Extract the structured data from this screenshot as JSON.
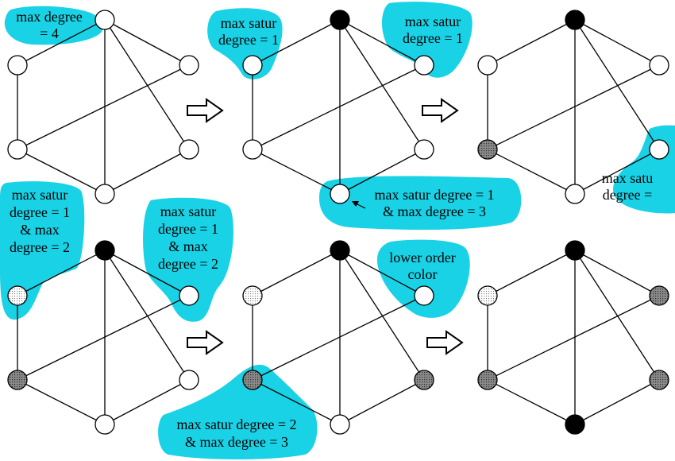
{
  "colors": {
    "highlight": "#19d2e6",
    "uncolored": "#ffffff",
    "color_black": "#000000",
    "color_dark_gray": "#707070",
    "color_light_gray": "#c6c6c6"
  },
  "panels": [
    {
      "nodes": [
        "uncolored",
        "uncolored",
        "uncolored",
        "uncolored",
        "uncolored",
        "uncolored"
      ],
      "annotations": [
        {
          "lines": [
            "max degree",
            "= 4"
          ]
        }
      ]
    },
    {
      "nodes": [
        "black",
        "uncolored",
        "uncolored",
        "uncolored",
        "uncolored",
        "uncolored"
      ],
      "annotations": [
        {
          "lines": [
            "max satur",
            "degree = 1"
          ]
        },
        {
          "lines": [
            "max satur",
            "degree = 1"
          ]
        },
        {
          "lines": [
            "max satur degree = 1",
            "& max degree = 3"
          ]
        }
      ]
    },
    {
      "nodes": [
        "black",
        "uncolored",
        "uncolored",
        "uncolored",
        "dark_gray",
        "uncolored"
      ],
      "annotations": [
        {
          "lines": [
            "max satu",
            "degree ="
          ]
        }
      ]
    },
    {
      "nodes": [
        "black",
        "uncolored",
        "uncolored",
        "uncolored",
        "dark_gray",
        "light_gray"
      ],
      "annotations": [
        {
          "lines": [
            "max satur",
            "degree = 1",
            "& max",
            "degree = 2"
          ]
        },
        {
          "lines": [
            "max satur",
            "degree = 1",
            "& max",
            "degree = 2"
          ]
        }
      ]
    },
    {
      "nodes": [
        "black",
        "uncolored",
        "dark_gray",
        "uncolored",
        "dark_gray",
        "light_gray"
      ],
      "annotations": [
        {
          "lines": [
            "lower order",
            "color"
          ]
        },
        {
          "lines": [
            "max satur degree = 2",
            "& max degree = 3"
          ]
        }
      ]
    },
    {
      "nodes": [
        "black",
        "dark_gray",
        "dark_gray",
        "black",
        "dark_gray",
        "light_gray"
      ],
      "annotations": []
    }
  ]
}
